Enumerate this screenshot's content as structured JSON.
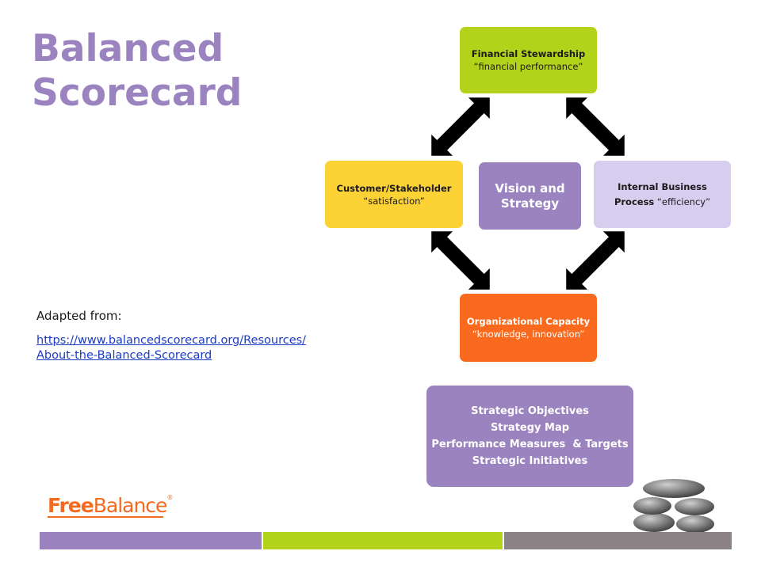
{
  "title": {
    "line1": "Balanced",
    "line2": "Scorecard"
  },
  "adapted_label": "Adapted from:",
  "link": {
    "line1": "https://www.balancedscorecard.org/Resources/",
    "line2": "About-the-Balanced-Scorecard"
  },
  "diagram": {
    "financial": {
      "bold": "Financial Stewardship",
      "sub": "“financial performance”"
    },
    "customer": {
      "bold": "Customer/Stakeholder",
      "sub": "“satisfaction”"
    },
    "vision": {
      "line1": "Vision and",
      "line2": "Strategy"
    },
    "internal": {
      "bold": "Internal Business",
      "bold2": "Process",
      "sub": " “efficiency”"
    },
    "organizational": {
      "bold": "Organizational Capacity",
      "sub": "“knowledge, innovation”"
    },
    "strategic": {
      "lines": [
        "Strategic Objectives",
        "Strategy Map",
        "Performance Measures  & Targets",
        "Strategic Initiatives"
      ]
    }
  },
  "logo": {
    "free": "Free",
    "balance": "Balance",
    "reg": "®"
  },
  "colors": {
    "purple": "#9b83c0",
    "green": "#b3d21a",
    "yellow": "#fdd234",
    "lavender": "#d7cdee",
    "orange": "#fa6a1e",
    "gray": "#8a8285",
    "logo_orange": "#f26b21",
    "link_blue": "#1a3cc2"
  }
}
